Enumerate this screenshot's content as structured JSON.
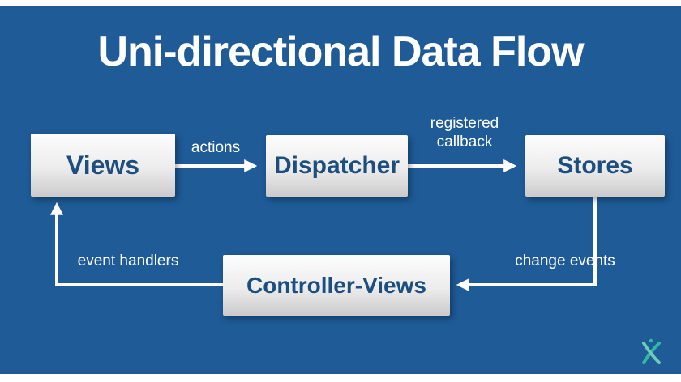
{
  "title": "Uni-directional Data Flow",
  "nodes": {
    "views": "Views",
    "dispatcher": "Dispatcher",
    "stores": "Stores",
    "controller_views": "Controller-Views"
  },
  "edge_labels": {
    "actions": "actions",
    "registered_callback": "registered callback",
    "change_events": "change events",
    "event_handlers": "event handlers"
  },
  "icons": {
    "logo": "x-mark-logo-icon"
  },
  "colors": {
    "background": "#1e5b97",
    "frame": "#ffffff",
    "node_text": "#1c4e80",
    "arrow": "#ffffff",
    "logo_teal": "#35b7a7"
  }
}
